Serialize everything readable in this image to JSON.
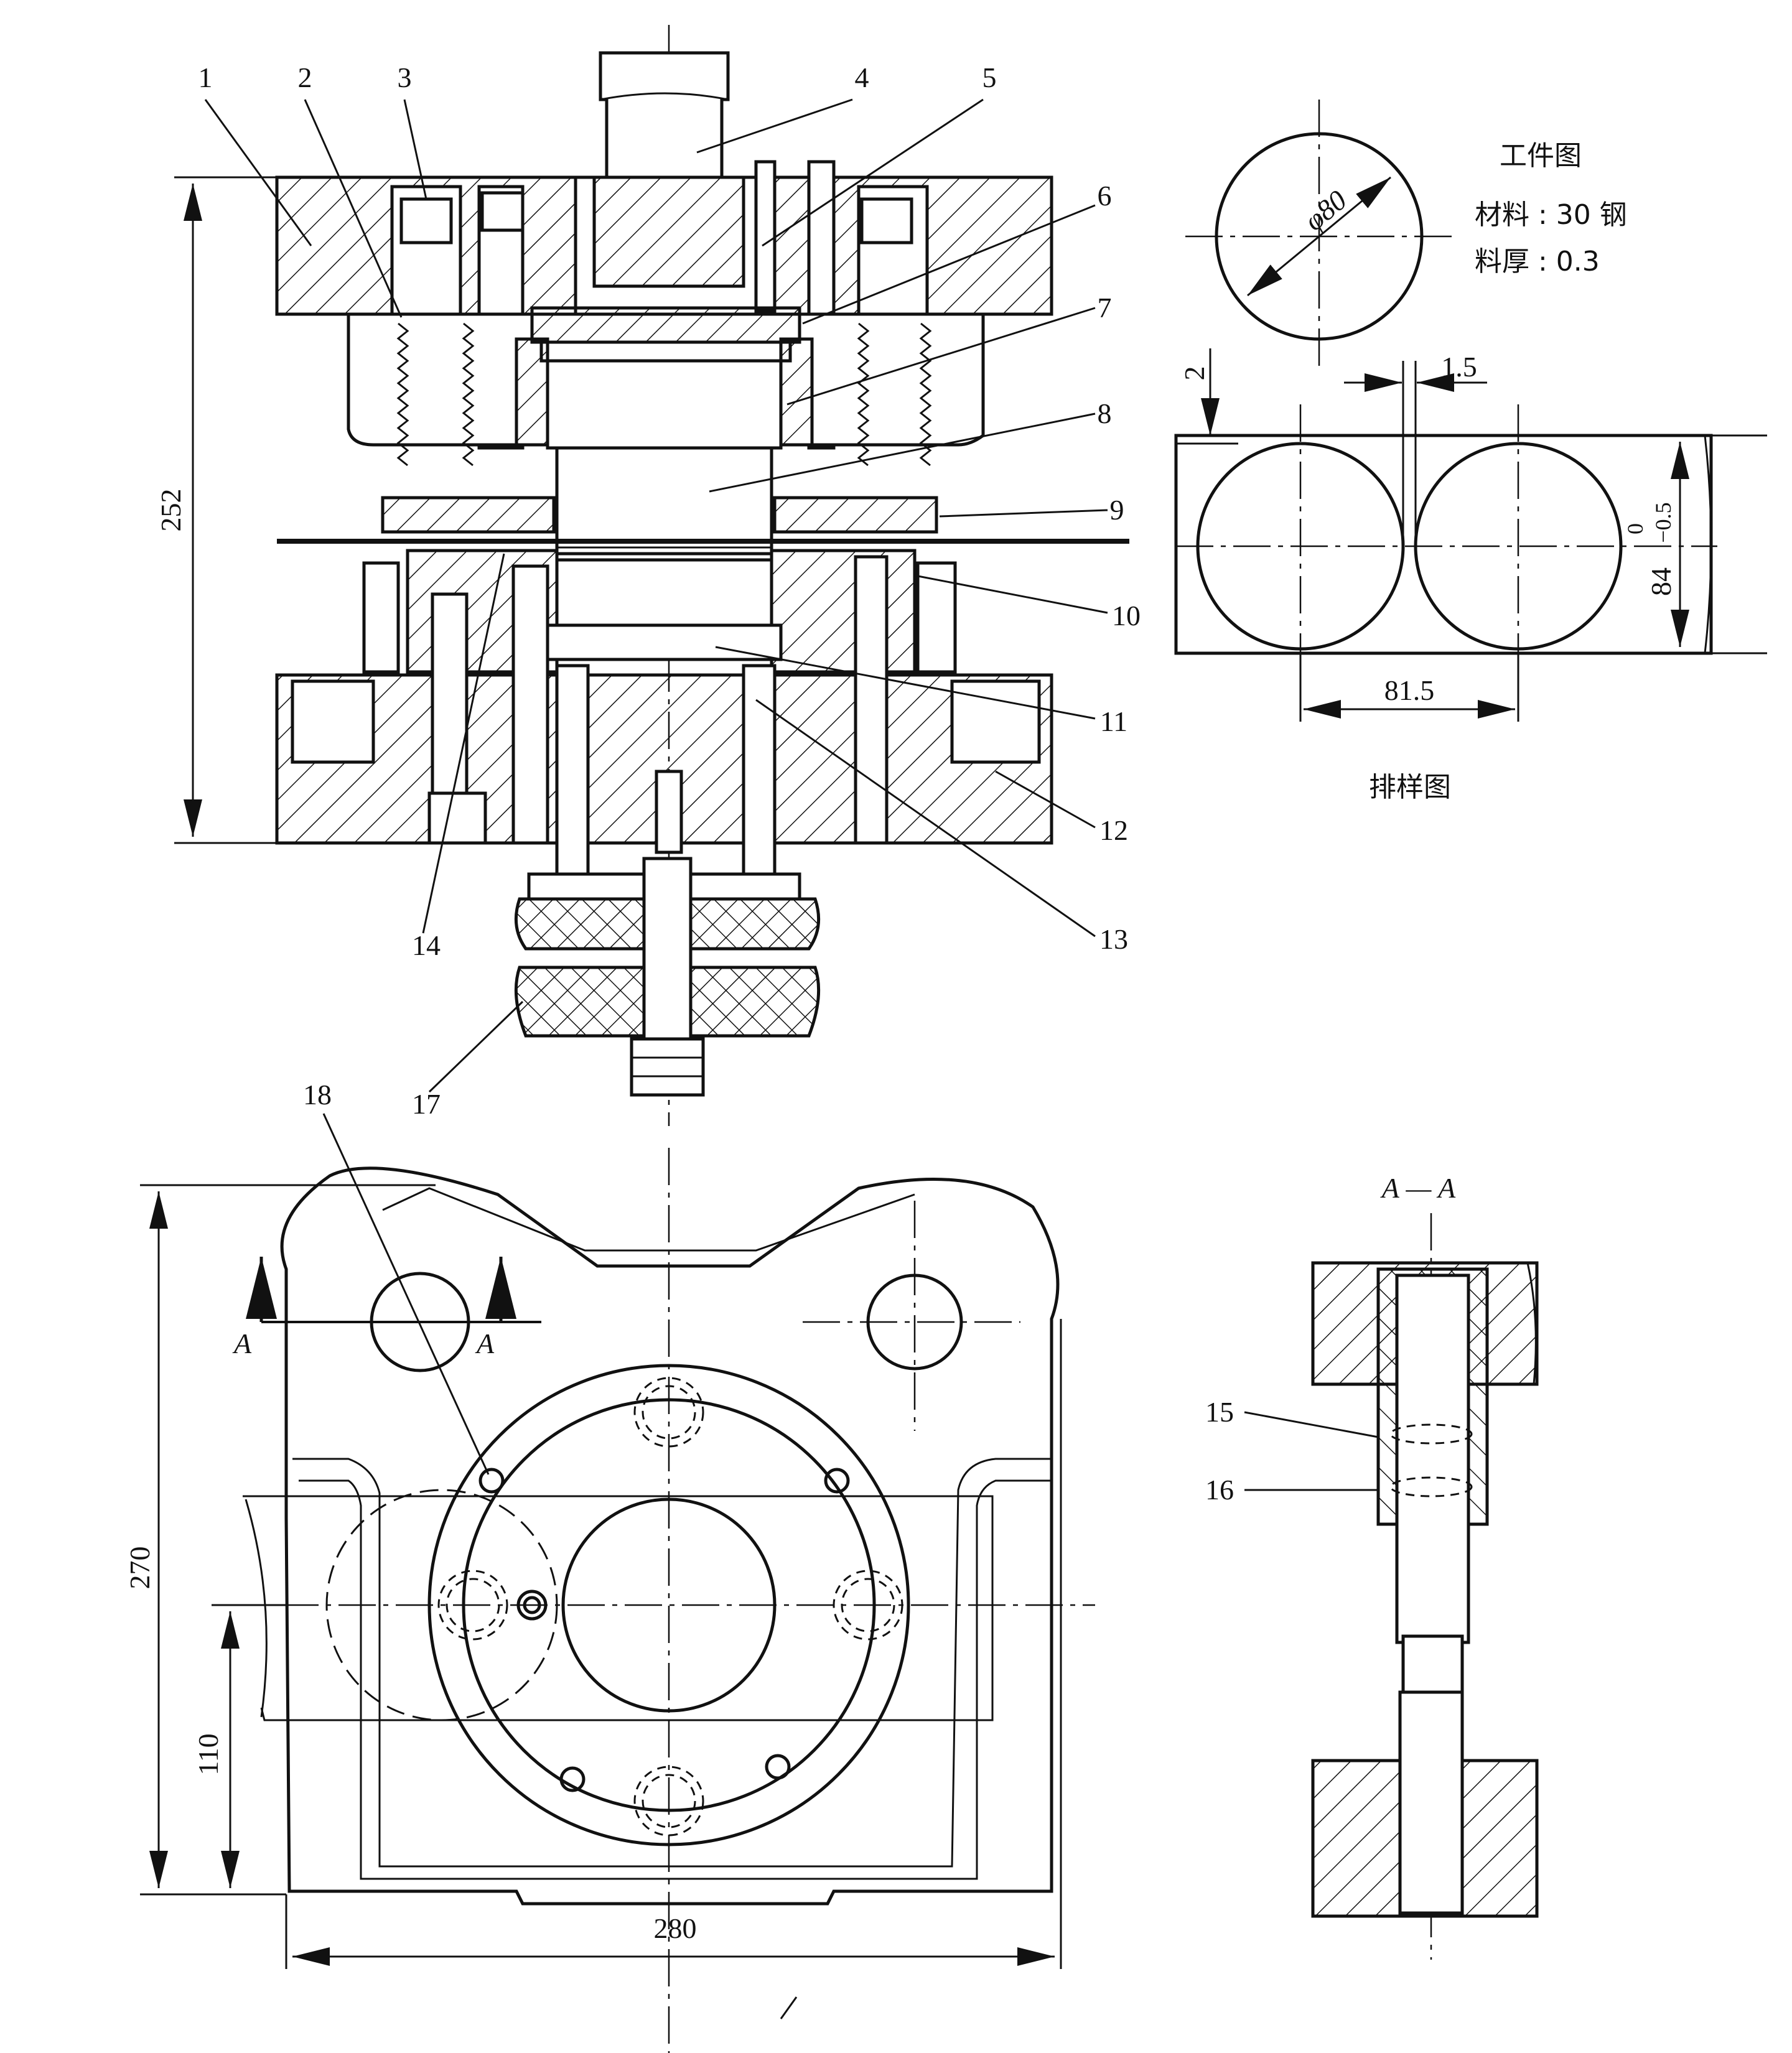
{
  "part_labels": [
    "1",
    "2",
    "3",
    "4",
    "5",
    "6",
    "7",
    "8",
    "9",
    "10",
    "11",
    "12",
    "13",
    "14",
    "15",
    "16",
    "17",
    "18"
  ],
  "dimensions": {
    "height_main": "252",
    "height_plan": "270",
    "offset_plan": "110",
    "width_plan": "280",
    "diameter": "φ80",
    "gap_top": "2",
    "gap_between": "1.5",
    "pitch": "81.5",
    "strip_width": "84",
    "strip_tol_upper": "0",
    "strip_tol_lower": "−0.5"
  },
  "workpiece": {
    "title": "工件图",
    "material": "材料 : 30 钢",
    "thickness": "料厚 : 0.3"
  },
  "layout_title": "排样图",
  "section": {
    "title": "A — A",
    "marker": "A"
  }
}
